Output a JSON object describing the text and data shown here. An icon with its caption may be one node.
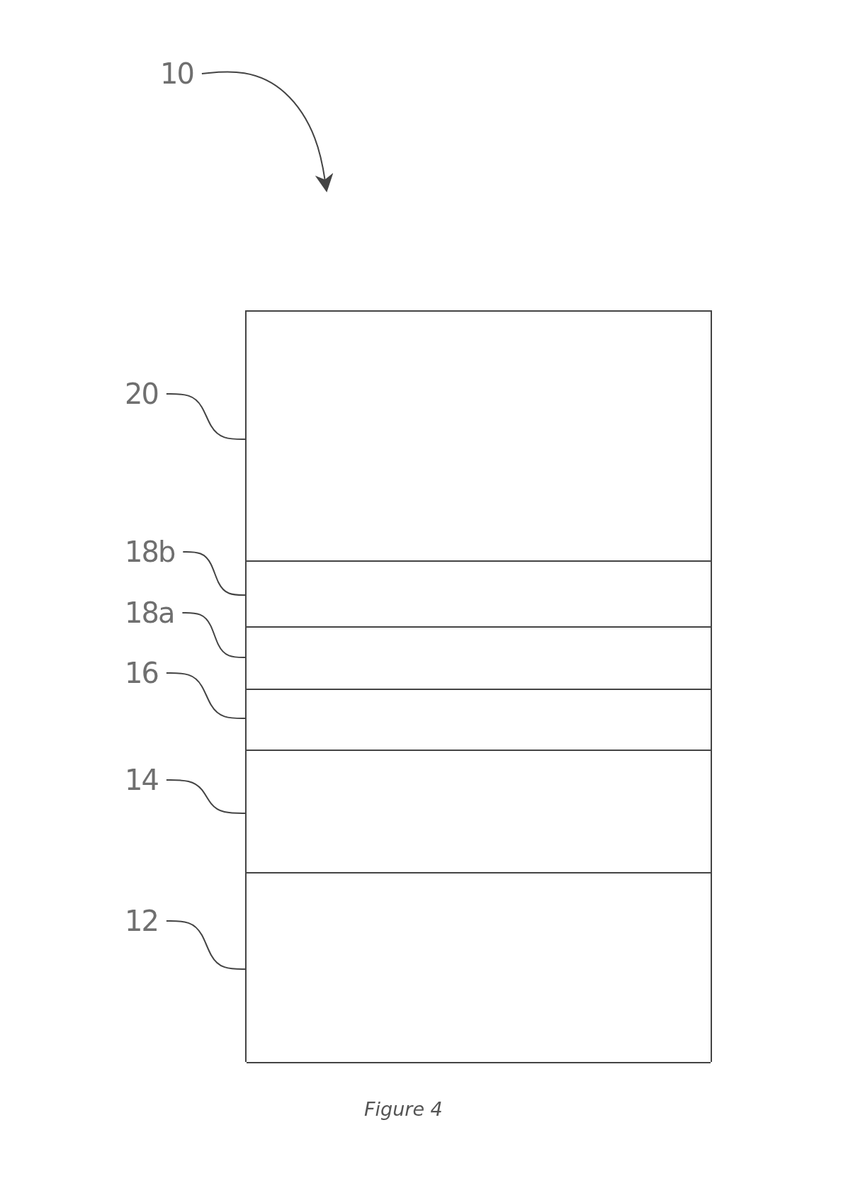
{
  "diagram": {
    "caption": "Figure 4",
    "nodes": [
      {
        "text": [
          "10"
        ]
      },
      {
        "text": [
          "20"
        ]
      },
      {
        "text": [
          "18b"
        ]
      },
      {
        "text": [
          "18a"
        ]
      },
      {
        "text": [
          "16"
        ]
      },
      {
        "text": [
          "14"
        ]
      },
      {
        "text": [
          "12"
        ]
      },
      {
        "text": [],
        "shape": "box"
      },
      {
        "text": [],
        "shape": "box",
        "in": 7
      },
      {
        "text": [],
        "shape": "box",
        "in": 7
      },
      {
        "text": [],
        "shape": "box",
        "in": 7
      },
      {
        "text": [],
        "shape": "box",
        "in": 7
      },
      {
        "text": [],
        "shape": "box",
        "in": 7
      },
      {
        "text": [],
        "shape": "box",
        "in": 7
      }
    ],
    "edges": [
      {
        "from": 0,
        "to": null,
        "arrow": "to"
      },
      {
        "from": 1,
        "to": 8,
        "arrow": "none"
      },
      {
        "from": 2,
        "to": 9,
        "arrow": "none"
      },
      {
        "from": 3,
        "to": 10,
        "arrow": "none"
      },
      {
        "from": 4,
        "to": 11,
        "arrow": "none"
      },
      {
        "from": 5,
        "to": 12,
        "arrow": "none"
      },
      {
        "from": 6,
        "to": 13,
        "arrow": "none"
      }
    ]
  }
}
